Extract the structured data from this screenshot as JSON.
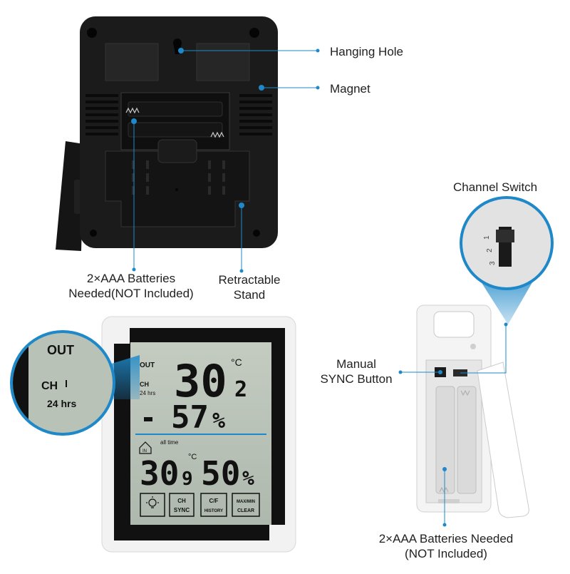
{
  "labels": {
    "hanging_hole": "Hanging Hole",
    "magnet": "Magnet",
    "batteries_back_l1": "2×AAA Batteries",
    "batteries_back_l2": "Needed(NOT Included)",
    "stand_l1": "Retractable",
    "stand_l2": "Stand",
    "channel_switch": "Channel Switch",
    "sync_l1": "Manual",
    "sync_l2": "SYNC Button",
    "batteries_sensor_l1": "2×AAA Batteries Needed",
    "batteries_sensor_l2": "(NOT Included)"
  },
  "display": {
    "out": "OUT",
    "ch": "CH",
    "hrs": "24 hrs",
    "temp_main": "30",
    "temp_dec": "2",
    "temp_unit": "°C",
    "humidity": "57",
    "humidity_unit": "%",
    "all_time": "all time",
    "in_label": "IN",
    "in_temp": "30",
    "in_temp_dec": "9",
    "in_temp_unit": "°C",
    "in_humidity": "50",
    "in_humidity_unit": "%",
    "btn_ch_top": "CH",
    "btn_ch_bottom": "SYNC",
    "btn_cf_top": "C/F",
    "btn_cf_bottom": "HISTORY",
    "btn_mm_top": "MAX/MIN",
    "btn_mm_bottom": "CLEAR"
  },
  "zoom": {
    "out": "OUT",
    "ch": "CH",
    "hrs": "24 hrs"
  },
  "switch_marks": [
    "1",
    "2",
    "3"
  ],
  "colors": {
    "accent": "#1e88c8",
    "lcd": "#b9c2b8",
    "device_black": "#1b1b1b",
    "device_white": "#f2f2f2"
  }
}
